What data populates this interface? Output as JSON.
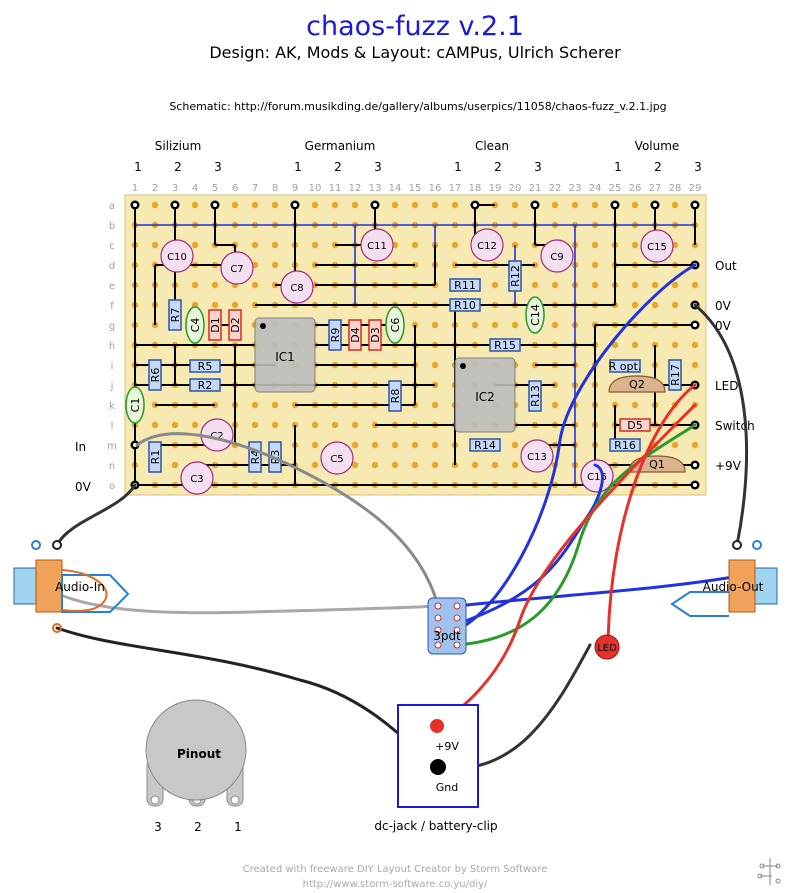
{
  "header": {
    "title": "chaos-fuzz v.2.1",
    "subtitle": "Design: AK, Mods & Layout: cAMPus, Ulrich Scherer",
    "schematic": "Schematic: http://forum.musikding.de/gallery/albums/userpics/11058/chaos-fuzz_v.2.1.jpg"
  },
  "pot_groups": [
    {
      "label": "Silizium",
      "pins": [
        "1",
        "2",
        "3"
      ]
    },
    {
      "label": "Germanium",
      "pins": [
        "1",
        "2",
        "3"
      ]
    },
    {
      "label": "Clean",
      "pins": [
        "1",
        "2",
        "3"
      ]
    },
    {
      "label": "Volume",
      "pins": [
        "1",
        "2",
        "3"
      ]
    }
  ],
  "board": {
    "columns": [
      "1",
      "2",
      "3",
      "4",
      "5",
      "6",
      "7",
      "8",
      "9",
      "10",
      "11",
      "12",
      "13",
      "14",
      "15",
      "16",
      "17",
      "18",
      "19",
      "20",
      "21",
      "22",
      "23",
      "24",
      "25",
      "26",
      "27",
      "28",
      "29"
    ],
    "rows": [
      "a",
      "b",
      "c",
      "d",
      "e",
      "f",
      "g",
      "h",
      "i",
      "j",
      "k",
      "l",
      "m",
      "n",
      "o"
    ],
    "left_labels": {
      "in": "In",
      "zero_v": "0V"
    },
    "right_labels": {
      "out": "Out",
      "zero_v_1": "0V",
      "zero_v_2": "0V",
      "led": "LED",
      "switch": "Switch",
      "plus9v": "+9V"
    }
  },
  "components": {
    "resistors": [
      "R1",
      "R2",
      "R3",
      "R4",
      "R5",
      "R6",
      "R7",
      "R8",
      "R9",
      "R10",
      "R11",
      "R12",
      "R13",
      "R14",
      "R15",
      "R16",
      "R17",
      "R opt."
    ],
    "caps_ceramic": [
      "C1",
      "C4",
      "C6",
      "C14"
    ],
    "caps_electrolytic": [
      "C2",
      "C3",
      "C5",
      "C7",
      "C8",
      "C9",
      "C10",
      "C11",
      "C12",
      "C13",
      "C15",
      "C16"
    ],
    "diodes": [
      "D1",
      "D2",
      "D3",
      "D4",
      "D5"
    ],
    "ics": [
      "IC1",
      "IC2"
    ],
    "transistors": [
      "Q1",
      "Q2"
    ]
  },
  "offboard": {
    "audio_in": "Audio-In",
    "audio_out": "Audio-Out",
    "switch": "3pdt",
    "led": "LED",
    "pinout": "Pinout",
    "pinout_pins": [
      "3",
      "2",
      "1"
    ],
    "dc_plus": "+9V",
    "dc_gnd": "Gnd",
    "dc_caption": "dc-jack / battery-clip"
  },
  "footer": {
    "created": "Created with freeware DIY Layout Creator by Storm Software",
    "url": "http://www.storm-software.co.yu/diy/"
  },
  "colors": {
    "title": "#1a1ad8",
    "board": "#f7e9b2",
    "pad": "#e8a62a",
    "track": "#000000",
    "blue_wire": "#2233dd",
    "red_wire": "#e8302a",
    "green_wire": "#2a9a2a",
    "gray_wire": "#a8a8a8"
  }
}
